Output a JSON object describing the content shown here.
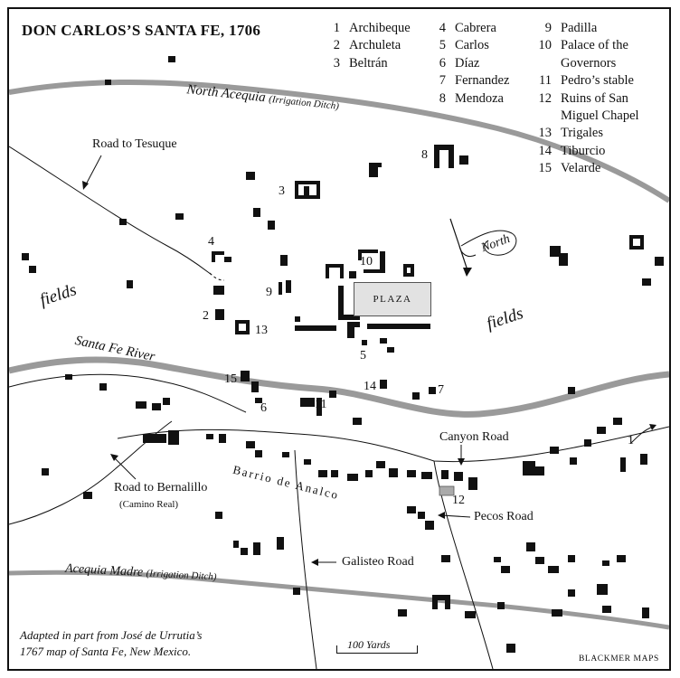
{
  "title": "DON CARLOS’S SANTA FE, 1706",
  "legend": {
    "col1": [
      {
        "n": "1",
        "name": "Archibeque"
      },
      {
        "n": "2",
        "name": "Archuleta"
      },
      {
        "n": "3",
        "name": "Beltrán"
      }
    ],
    "col2": [
      {
        "n": "4",
        "name": "Cabrera"
      },
      {
        "n": "5",
        "name": "Carlos"
      },
      {
        "n": "6",
        "name": "Díaz"
      },
      {
        "n": "7",
        "name": "Fernandez"
      },
      {
        "n": "8",
        "name": "Mendoza"
      }
    ],
    "col3": [
      {
        "n": "9",
        "name": "Padilla"
      },
      {
        "n": "10",
        "name": "Palace of the"
      },
      {
        "n": "",
        "name": "Governors"
      },
      {
        "n": "11",
        "name": "Pedro’s stable"
      },
      {
        "n": "12",
        "name": "Ruins of San"
      },
      {
        "n": "",
        "name": "Miguel Chapel"
      },
      {
        "n": "13",
        "name": "Trigales"
      },
      {
        "n": "14",
        "name": "Tiburcio"
      },
      {
        "n": "15",
        "name": "Velarde"
      }
    ]
  },
  "labels": {
    "north_acequia": "North Acequia",
    "north_acequia_note": "(Irrigation Ditch)",
    "road_tesuque": "Road to Tesuque",
    "fields": "fields",
    "plaza": "PLAZA",
    "river": "Santa Fe River",
    "canyon_road": "Canyon Road",
    "barrio": "Barrio de Analco",
    "road_bernalillo": "Road to Bernalillo",
    "camino_real": "(Camino Real)",
    "pecos_road": "Pecos Road",
    "galisteo_road": "Galisteo Road",
    "acequia_madre": "Acequia Madre",
    "acequia_madre_note": "(Irrigation Ditch)",
    "north": "North"
  },
  "markers": {
    "m1": "1",
    "m2": "2",
    "m3": "3",
    "m4": "4",
    "m5": "5",
    "m6": "6",
    "m7": "7",
    "m8": "8",
    "m9": "9",
    "m10": "10",
    "m11": "11",
    "m12": "12",
    "m13": "13",
    "m14": "14",
    "m15": "15"
  },
  "credit": {
    "line1": "Adapted in part from José de Urrutia’s",
    "line2": "1767 map of Santa Fe, New Mexico."
  },
  "scale_label": "100 Yards",
  "brand": "BLACKMER MAPS",
  "colors": {
    "water": "#9a9a9a",
    "ink": "#111111",
    "plaza": "#e2e2e2"
  }
}
